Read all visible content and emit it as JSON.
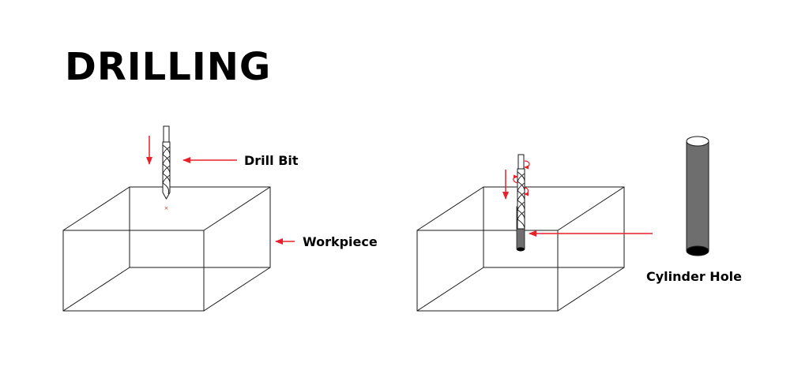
{
  "title": "DRILLING",
  "labels": {
    "drill_bit": "Drill Bit",
    "workpiece": "Workpiece",
    "cylinder_hole": "Cylinder Hole"
  },
  "colors": {
    "arrow": "#e8202a",
    "outline": "#1a1a1a",
    "hole_fill": "#6e6e6e",
    "hole_dark": "#000000"
  },
  "icons": [
    "down-arrow-icon",
    "left-arrow-icon",
    "rotation-arrow-icon"
  ]
}
